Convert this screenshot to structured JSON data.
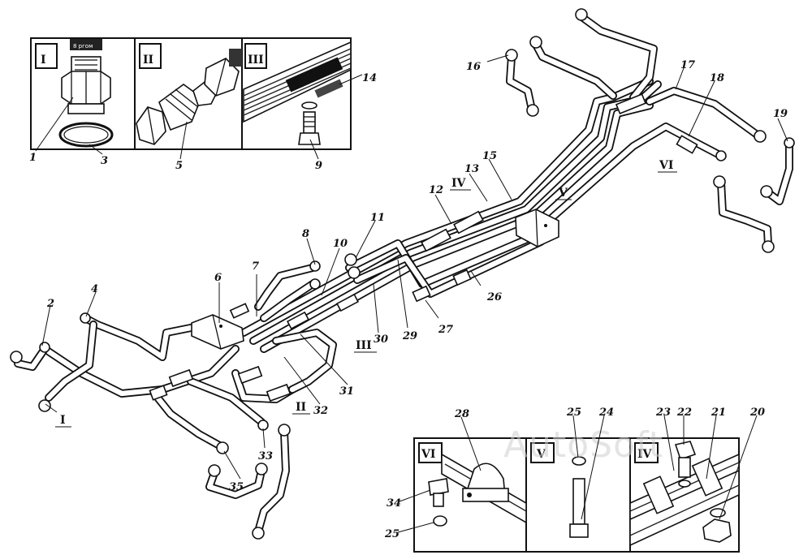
{
  "watermark": "AutoSoft",
  "insets": {
    "I": "I",
    "II": "II",
    "III": "III",
    "IV": "IV",
    "V": "V",
    "VI": "VI"
  },
  "callouts": [
    "1",
    "2",
    "3",
    "4",
    "5",
    "6",
    "7",
    "8",
    "9",
    "10",
    "11",
    "12",
    "13",
    "14",
    "15",
    "16",
    "17",
    "18",
    "19",
    "20",
    "21",
    "22",
    "23",
    "24",
    "25",
    "25",
    "26",
    "27",
    "28",
    "29",
    "30",
    "31",
    "32",
    "33",
    "34",
    "35"
  ],
  "view_marks": [
    "I",
    "II",
    "III",
    "IV",
    "V",
    "VI"
  ],
  "tiny_mark": "8 ргом"
}
